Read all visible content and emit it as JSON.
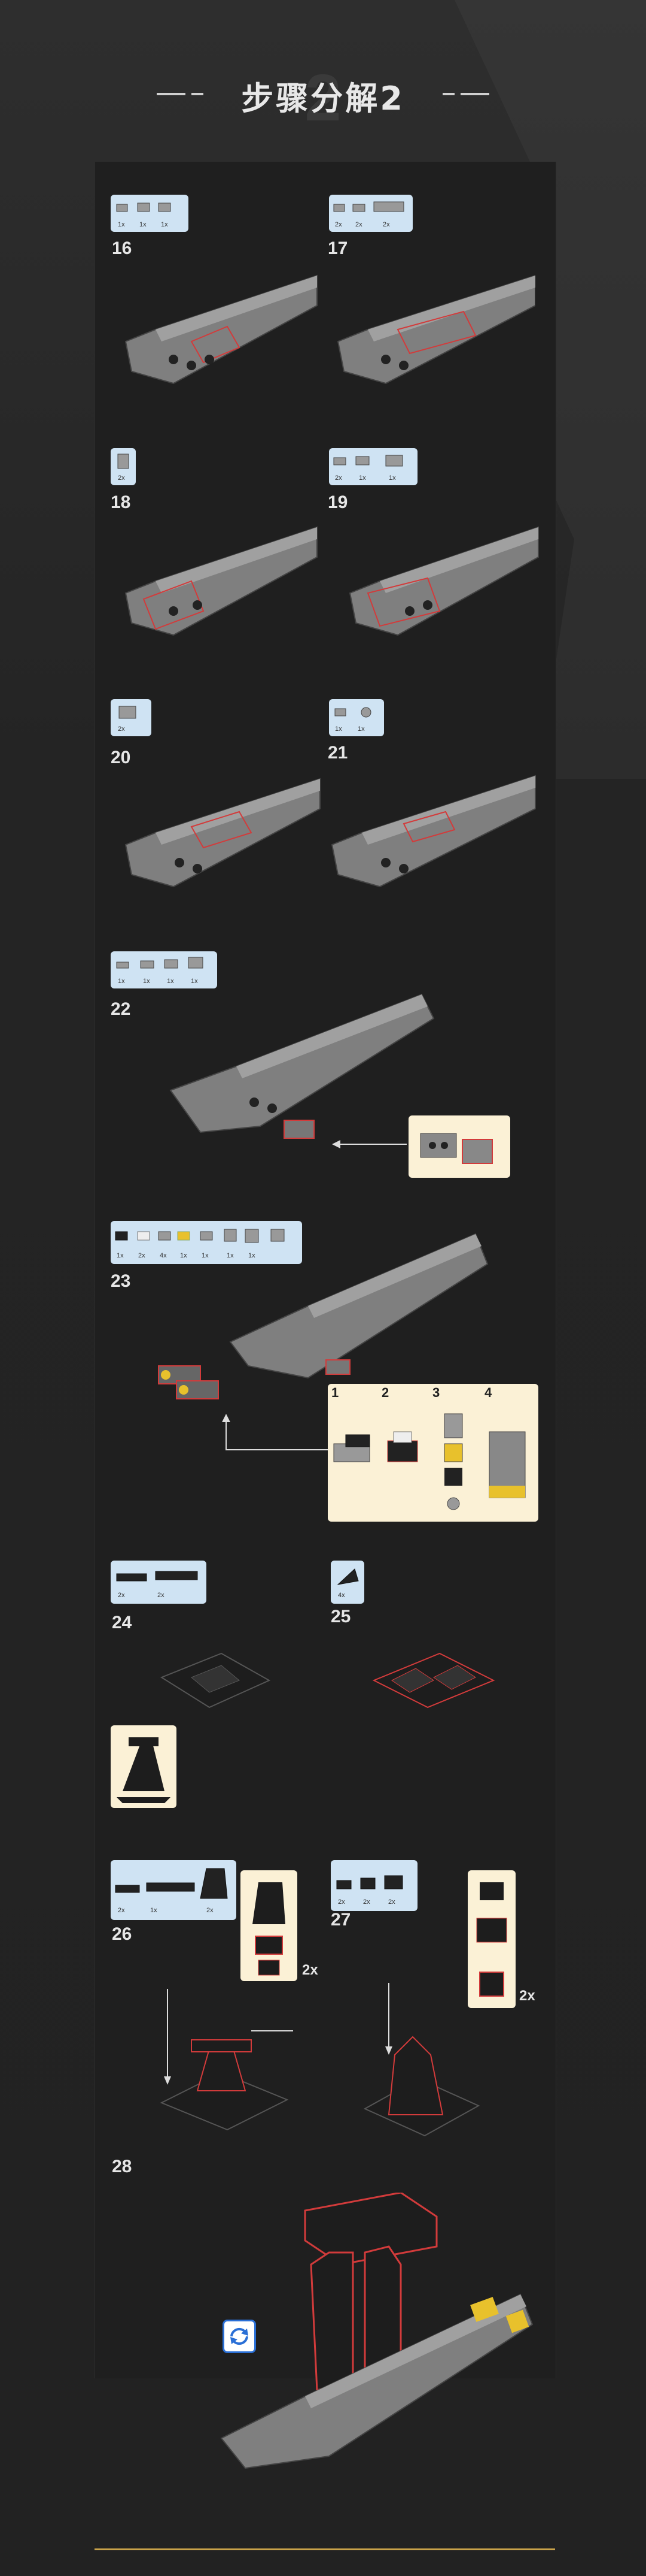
{
  "header": {
    "title": "步骤分解2",
    "watermark_number": "2"
  },
  "steps": [
    {
      "number": "16",
      "parts": [
        "1x",
        "1x",
        "1x"
      ]
    },
    {
      "number": "17",
      "parts": [
        "2x",
        "2x",
        "2x"
      ]
    },
    {
      "number": "18",
      "parts": [
        "2x"
      ]
    },
    {
      "number": "19",
      "parts": [
        "2x",
        "1x",
        "1x"
      ]
    },
    {
      "number": "20",
      "parts": [
        "2x"
      ]
    },
    {
      "number": "21",
      "parts": [
        "1x",
        "1x"
      ]
    },
    {
      "number": "22",
      "parts": [
        "1x",
        "1x",
        "1x",
        "1x"
      ]
    },
    {
      "number": "23",
      "parts": [
        "1x",
        "2x",
        "4x",
        "1x",
        "1x",
        "1x",
        "1x"
      ]
    },
    {
      "number": "24",
      "parts": [
        "2x",
        "2x"
      ]
    },
    {
      "number": "25",
      "parts": [
        "4x"
      ]
    },
    {
      "number": "26",
      "parts": [
        "2x",
        "1x",
        "2x"
      ]
    },
    {
      "number": "27",
      "parts": [
        "2x",
        "2x",
        "2x"
      ]
    },
    {
      "number": "28",
      "parts": []
    }
  ],
  "substeps": {
    "labels": [
      "1",
      "2",
      "3",
      "4"
    ]
  },
  "multipliers": {
    "step26": "2x",
    "step27": "2x"
  },
  "colors": {
    "accent_line": "#c8a24a",
    "highlight": "#d23b3b",
    "parts_bg": "#cfe3f3",
    "inset_bg": "#fbf1d6"
  }
}
